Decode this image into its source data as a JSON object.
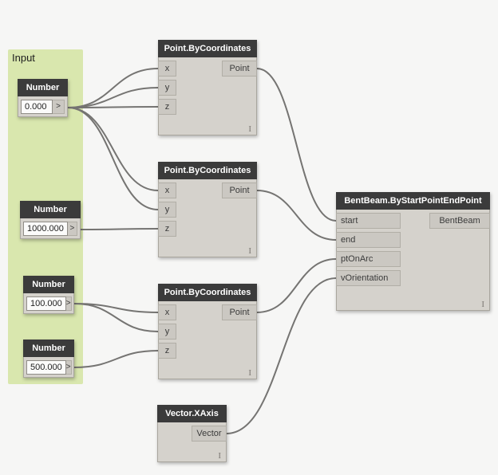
{
  "group_input": {
    "label": "Input",
    "color": "#d9e7ae"
  },
  "number_nodes": [
    {
      "title": "Number",
      "value": "0.000",
      "output": ">"
    },
    {
      "title": "Number",
      "value": "1000.000",
      "output": ">"
    },
    {
      "title": "Number",
      "value": "100.000",
      "output": ">"
    },
    {
      "title": "Number",
      "value": "500.000",
      "output": ">"
    }
  ],
  "point_nodes": [
    {
      "title": "Point.ByCoordinates",
      "inputs": [
        "x",
        "y",
        "z"
      ],
      "output": "Point",
      "lacing": "I"
    },
    {
      "title": "Point.ByCoordinates",
      "inputs": [
        "x",
        "y",
        "z"
      ],
      "output": "Point",
      "lacing": "I"
    },
    {
      "title": "Point.ByCoordinates",
      "inputs": [
        "x",
        "y",
        "z"
      ],
      "output": "Point",
      "lacing": "I"
    }
  ],
  "vector_node": {
    "title": "Vector.XAxis",
    "output": "Vector",
    "lacing": "I"
  },
  "bentbeam_node": {
    "title": "BentBeam.ByStartPointEndPoint",
    "inputs": [
      "start",
      "end",
      "ptOnArc",
      "vOrientation"
    ],
    "output": "BentBeam",
    "lacing": "I"
  },
  "connections": [
    {
      "from": "Number(0.000)",
      "to": "Point.ByCoordinates#1.x"
    },
    {
      "from": "Number(0.000)",
      "to": "Point.ByCoordinates#1.y"
    },
    {
      "from": "Number(0.000)",
      "to": "Point.ByCoordinates#1.z"
    },
    {
      "from": "Number(0.000)",
      "to": "Point.ByCoordinates#2.x"
    },
    {
      "from": "Number(0.000)",
      "to": "Point.ByCoordinates#2.y"
    },
    {
      "from": "Number(1000.000)",
      "to": "Point.ByCoordinates#2.z"
    },
    {
      "from": "Number(100.000)",
      "to": "Point.ByCoordinates#3.x"
    },
    {
      "from": "Number(100.000)",
      "to": "Point.ByCoordinates#3.y"
    },
    {
      "from": "Number(500.000)",
      "to": "Point.ByCoordinates#3.z"
    },
    {
      "from": "Point.ByCoordinates#1.Point",
      "to": "BentBeam.start"
    },
    {
      "from": "Point.ByCoordinates#2.Point",
      "to": "BentBeam.end"
    },
    {
      "from": "Point.ByCoordinates#3.Point",
      "to": "BentBeam.ptOnArc"
    },
    {
      "from": "Vector.XAxis.Vector",
      "to": "BentBeam.vOrientation"
    }
  ]
}
